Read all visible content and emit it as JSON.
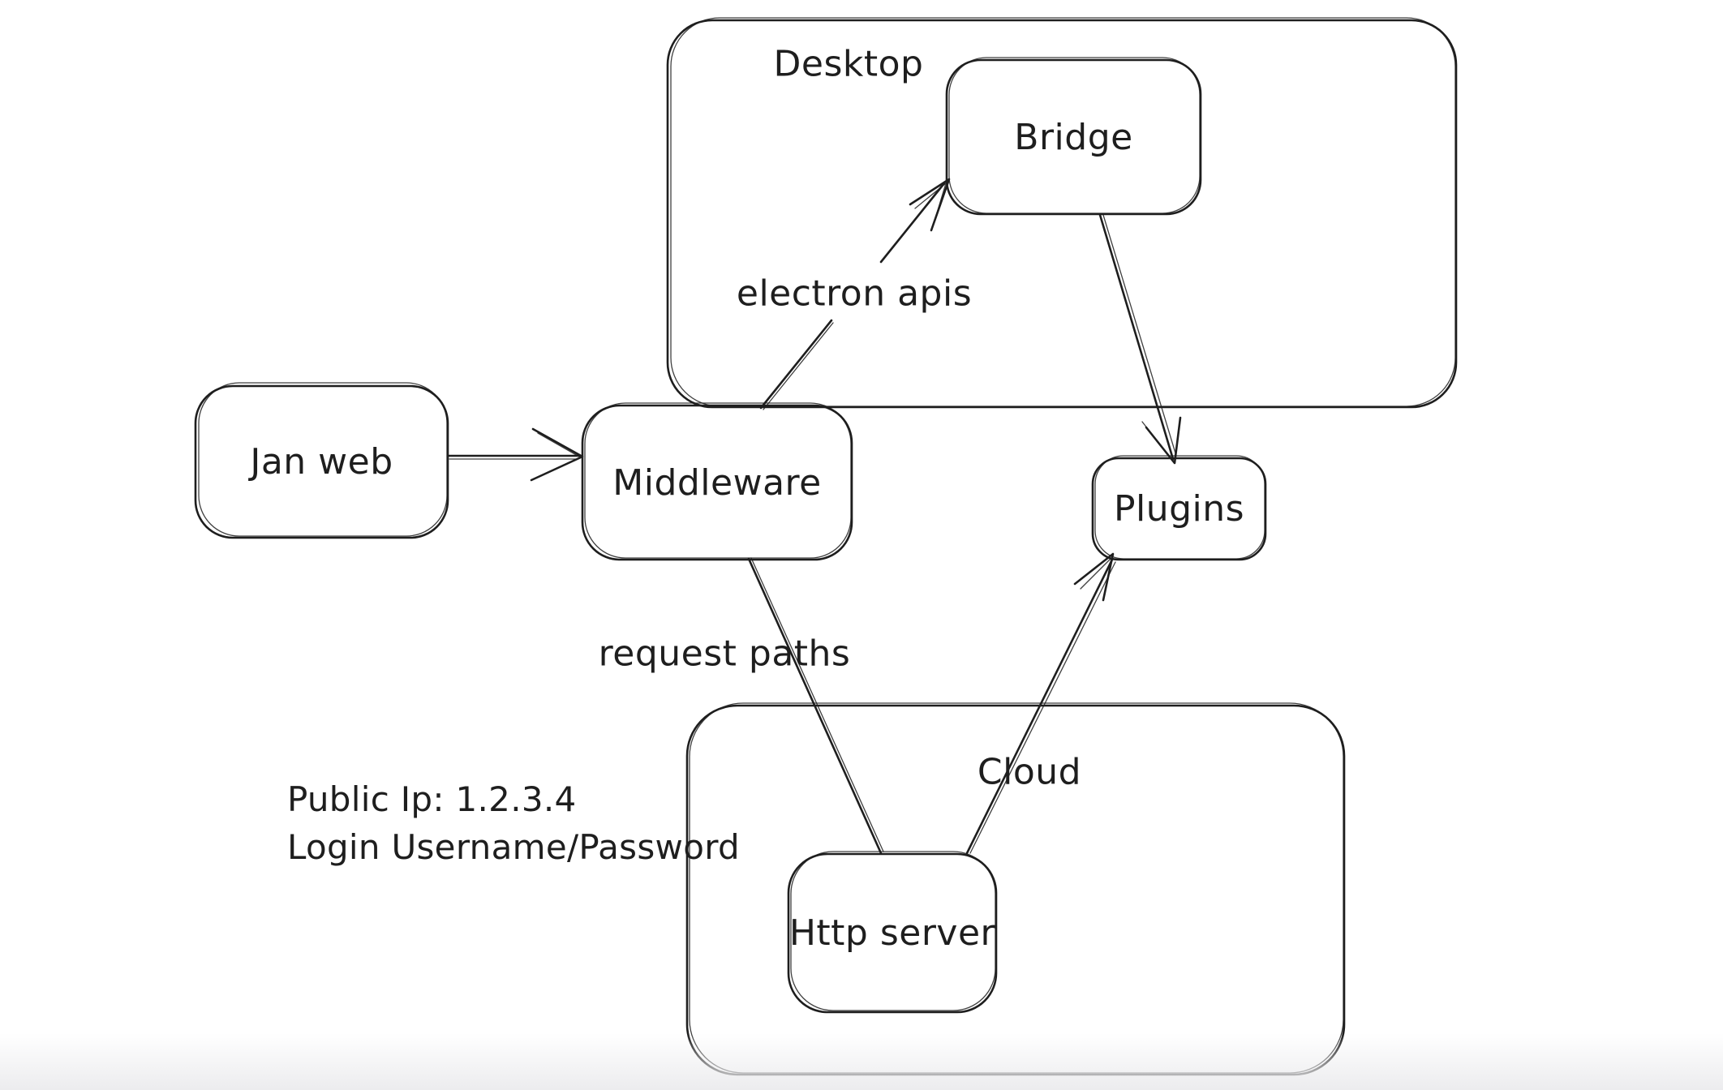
{
  "diagram": {
    "background_color": "#ffffff",
    "stroke_color": "#1e1e1e",
    "bottom_fade_color": "#ececee",
    "groups": {
      "desktop": {
        "label": "Desktop"
      },
      "cloud": {
        "label": "Cloud"
      }
    },
    "nodes": {
      "jan_web": {
        "label": "Jan web"
      },
      "middleware": {
        "label": "Middleware"
      },
      "bridge": {
        "label": "Bridge"
      },
      "plugins": {
        "label": "Plugins"
      },
      "http_server": {
        "label": "Http server"
      }
    },
    "edge_labels": {
      "electron_apis": "electron apis",
      "request_paths": "request paths"
    },
    "notes": {
      "public_ip": "Public Ip: 1.2.3.4",
      "login": "Login Username/Password"
    }
  }
}
